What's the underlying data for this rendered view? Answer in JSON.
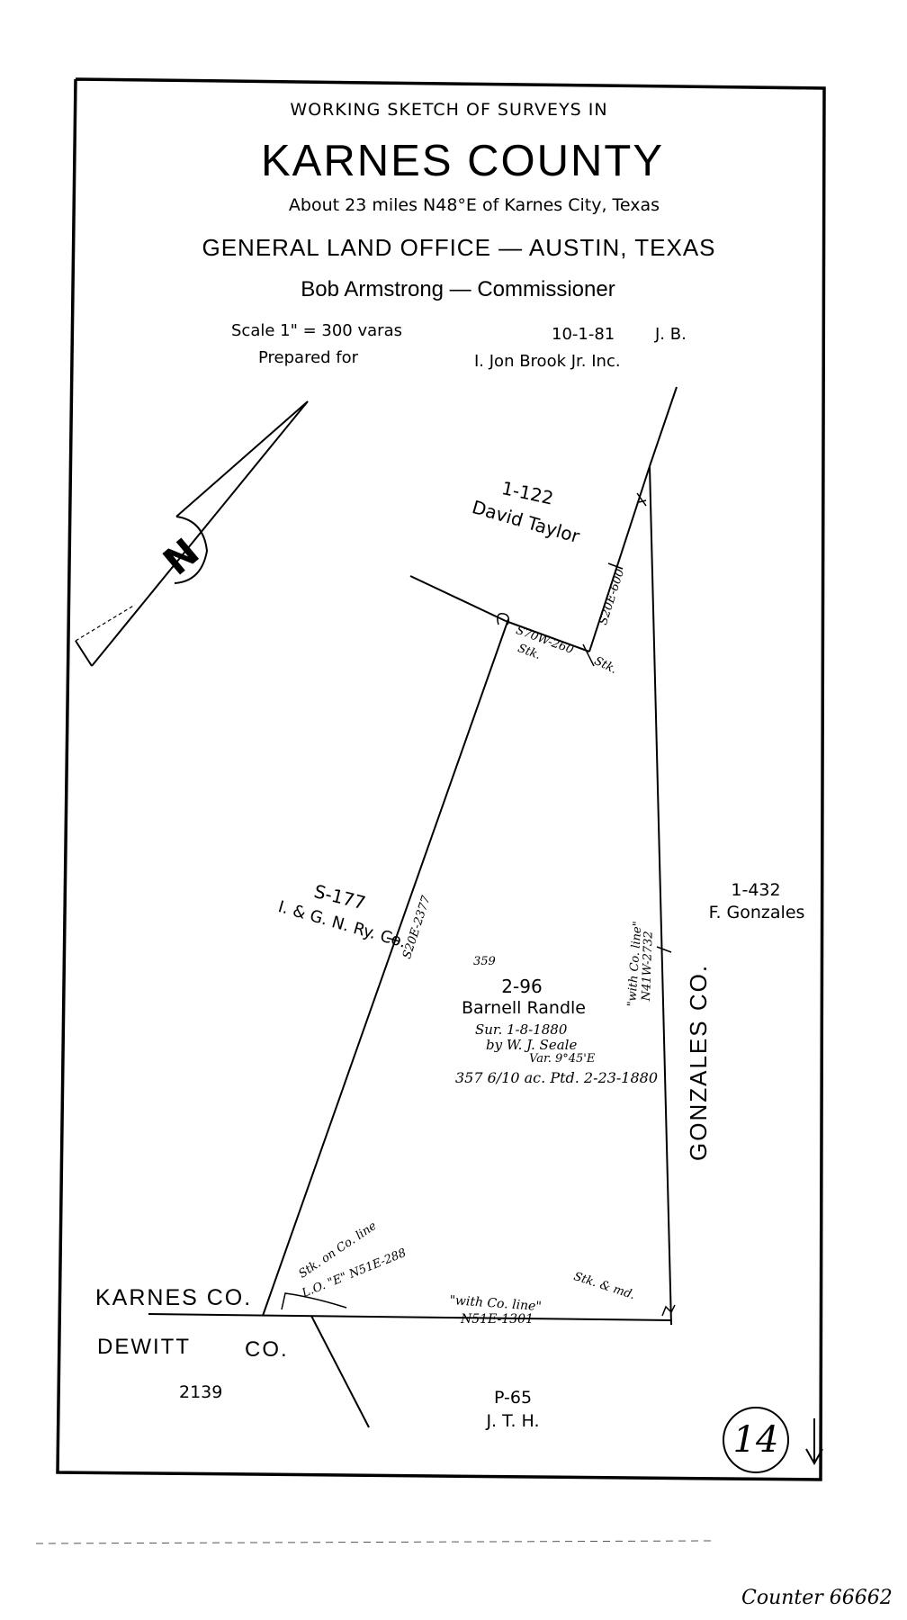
{
  "header": {
    "line1": "WORKING SKETCH OF SURVEYS IN",
    "county": "KARNES COUNTY",
    "location": "About 23 miles N48°E of Karnes City, Texas",
    "office": "GENERAL LAND OFFICE — AUSTIN, TEXAS",
    "commissioner": "Bob Armstrong — Commissioner",
    "scale": "Scale  1\" =  300 varas",
    "date": "10-1-81",
    "initials": "J. B.",
    "prepared_for_label": "Prepared for",
    "prepared_for": "I. Jon Brook Jr. Inc."
  },
  "surveys": {
    "taylor_abstract": "1-122",
    "taylor_name": "David Taylor",
    "railway_abstract": "S-177",
    "railway_name": "I. & G. N. Ry. Co.",
    "randle_number_small": "359",
    "randle_abstract": "2-96",
    "randle_name": "Barnell Randle",
    "randle_sur": "Sur. 1-8-1880",
    "randle_by": "by W. J. Seale",
    "randle_var": "Var. 9°45'E",
    "randle_patent": "357 6/10 ac. Ptd. 2-23-1880",
    "gonzales_abstract": "1-432",
    "gonzales_name": "F. Gonzales",
    "dewitt_abstract": "2139",
    "jth_abstract": "P-65",
    "jth_name": "J. T. H."
  },
  "calls": {
    "s20e_600": "S20E-600",
    "s70w_260": "S70W-260",
    "stk_a": "Stk.",
    "stk_b": "Stk.",
    "s20e_2377": "S20E-2377",
    "with_co_line_east": "\"with Co. line\"",
    "n41w_2732": "N41W-2732",
    "stk_on_co_line": "Stk. on Co. line",
    "lo_e": "L.O. \"E\" N51E-288",
    "with_co_line_south": "\"with Co. line\"",
    "n51e_1301": "N51E-1301",
    "stk_and_md": "Stk. & md."
  },
  "counties": {
    "karnes": "KARNES  CO.",
    "dewitt": "DEWITT",
    "dewitt_co": "CO.",
    "gonzales": "GONZALES  CO."
  },
  "north_arrow": {
    "letter": "N"
  },
  "sheet_number": "14",
  "counter": "Counter 66662",
  "colors": {
    "ink": "#000000",
    "paper": "#ffffff"
  }
}
